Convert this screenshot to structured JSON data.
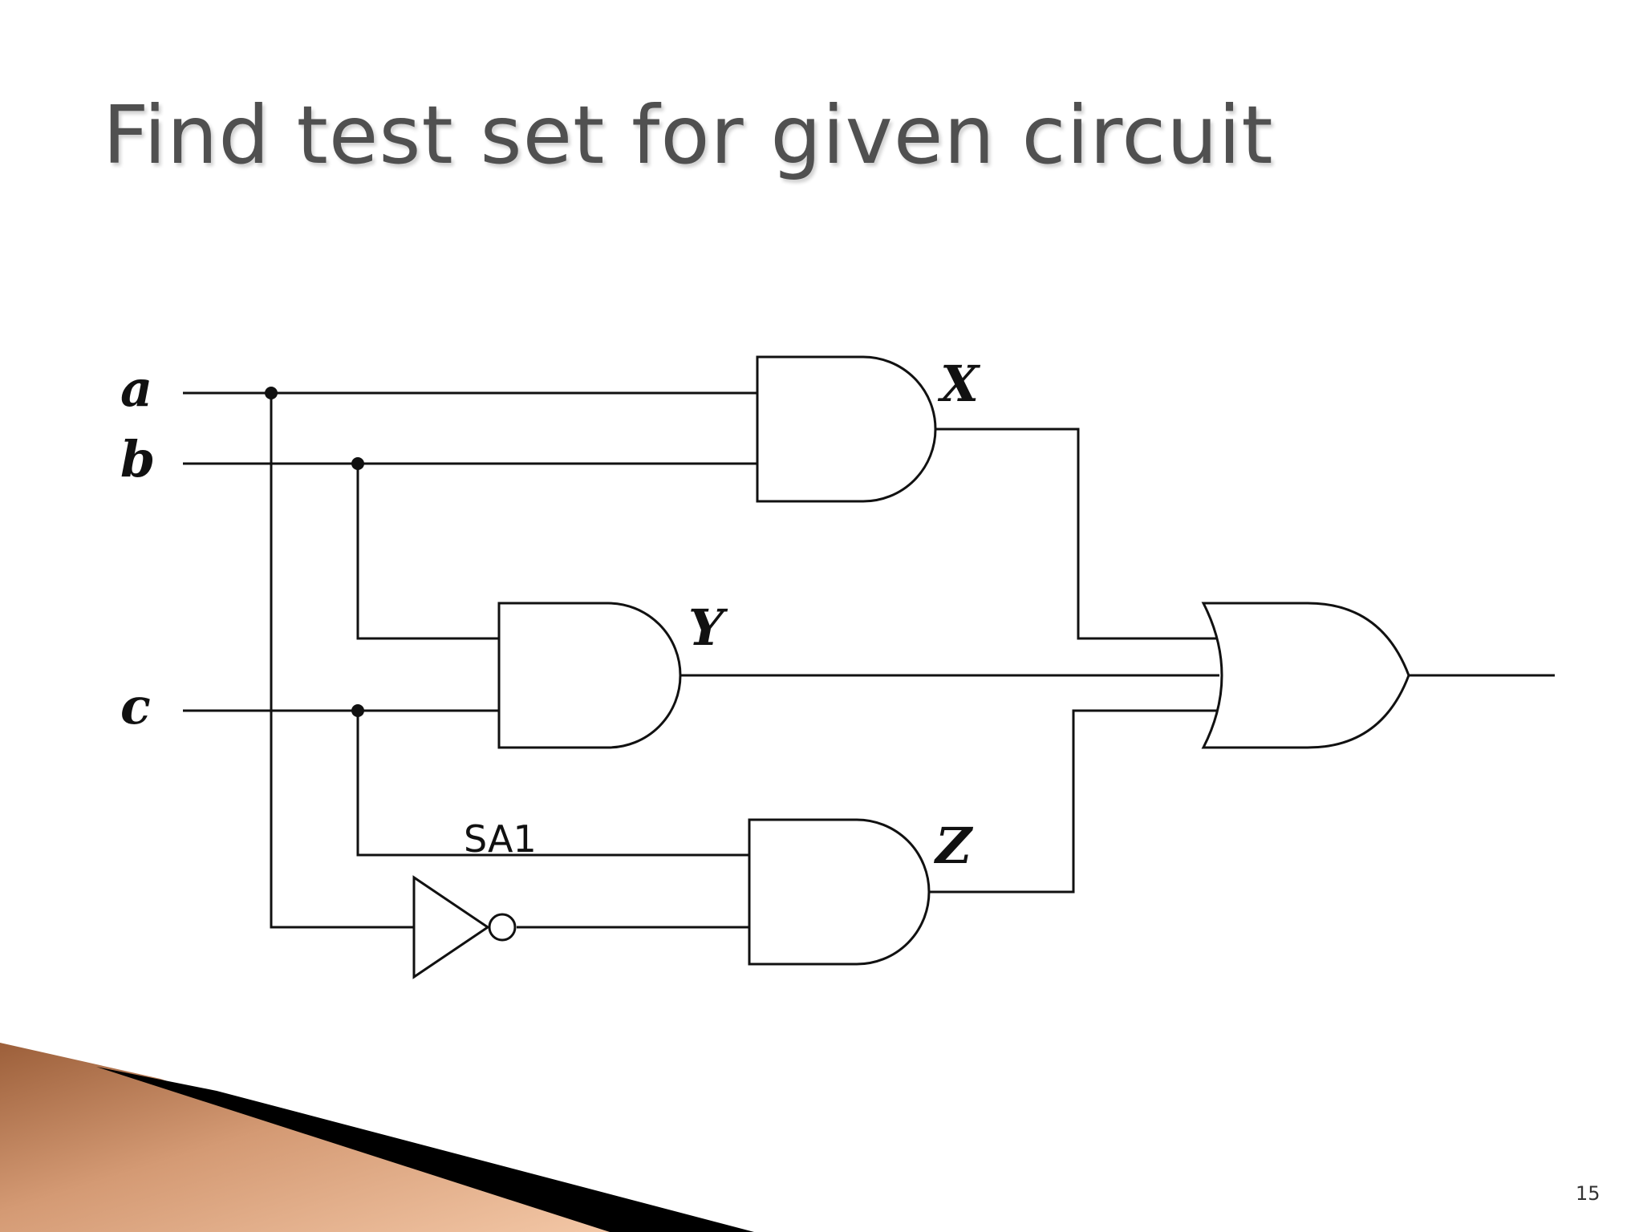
{
  "slide": {
    "title": "Find test set for given circuit",
    "page_number": "15"
  },
  "circuit": {
    "inputs": [
      "a",
      "b",
      "c"
    ],
    "gate_outputs": [
      "X",
      "Y",
      "Z"
    ],
    "fault_label": "SA1",
    "gates": [
      {
        "output": "X",
        "kind": "AND",
        "inputs": [
          "a",
          "b"
        ]
      },
      {
        "output": "Y",
        "kind": "AND",
        "inputs": [
          "b",
          "c"
        ]
      },
      {
        "output": "Z",
        "kind": "AND",
        "inputs": [
          "c",
          "NOT a"
        ]
      },
      {
        "output": "",
        "kind": "OR",
        "inputs": [
          "X",
          "Y",
          "Z"
        ]
      }
    ],
    "inverter_input": "a"
  },
  "colors": {
    "title": "#505050",
    "wire": "#111111",
    "accent_copper": "#c48a63"
  }
}
